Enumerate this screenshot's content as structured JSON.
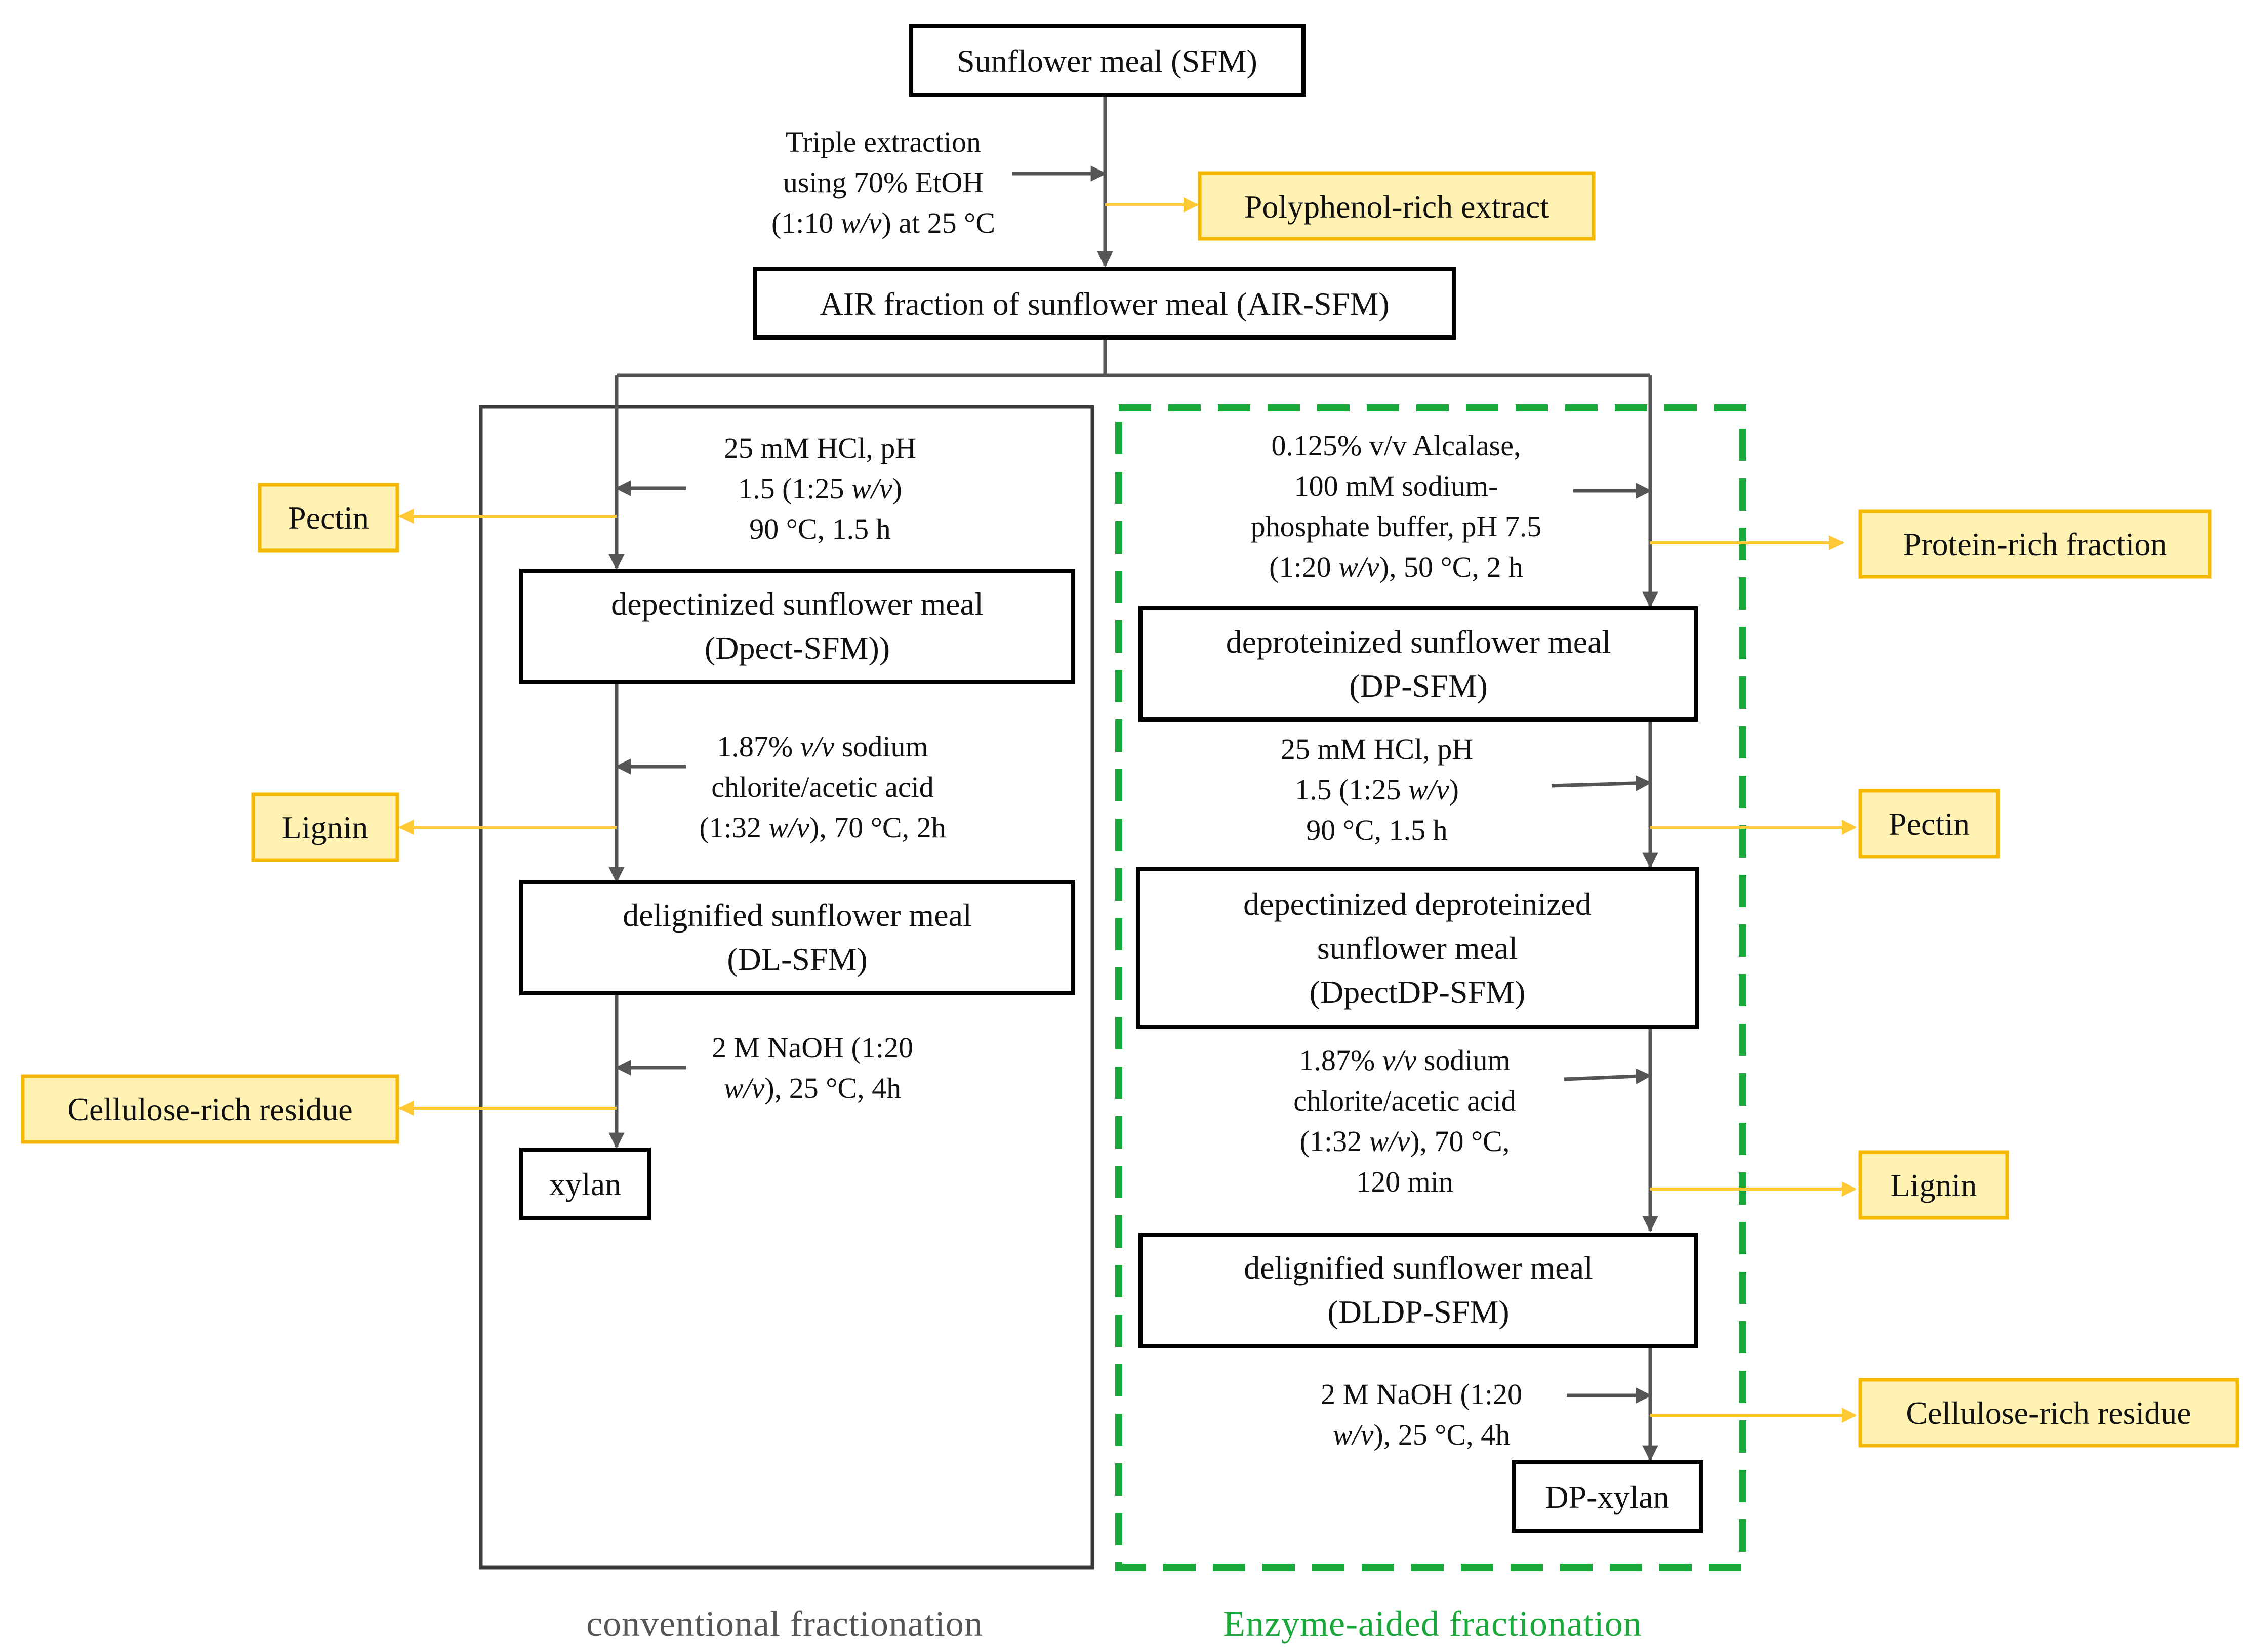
{
  "nodes": {
    "sfm": "Sunflower meal (SFM)",
    "air": "AIR fraction of sunflower meal (AIR-SFM)",
    "dpect": [
      "depectinized sunflower meal",
      "(Dpect-SFM))"
    ],
    "dl": [
      "delignified  sunflower meal",
      "(DL-SFM)"
    ],
    "xylan": "xylan",
    "dp": [
      "deproteinized sunflower meal",
      "(DP-SFM)"
    ],
    "dpectdp": [
      "depectinized deproteinized",
      "sunflower meal",
      "(DpectDP-SFM)"
    ],
    "dldp": [
      "delignified  sunflower meal",
      "(DLDP-SFM)"
    ],
    "dpxylan": "DP-xylan"
  },
  "products": {
    "polyphenol": "Polyphenol-rich extract",
    "pectin_conv": "Pectin",
    "lignin_conv": "Lignin",
    "cellulose_conv": "Cellulose-rich residue",
    "protein": "Protein-rich fraction",
    "pectin_enz": "Pectin",
    "lignin_enz": "Lignin",
    "cellulose_enz": "Cellulose-rich residue"
  },
  "conditions": {
    "extraction": [
      [
        {
          "t": "Triple extraction"
        }
      ],
      [
        {
          "t": "using 70% EtOH"
        }
      ],
      [
        {
          "t": "(1:10 "
        },
        {
          "t": "w/v",
          "i": true
        },
        {
          "t": ") at 25 °C"
        }
      ]
    ],
    "conv_acid": [
      [
        {
          "t": "25 mM HCl, pH"
        }
      ],
      [
        {
          "t": "1.5 (1:25 "
        },
        {
          "t": "w/v",
          "i": true
        },
        {
          "t": ")"
        }
      ],
      [
        {
          "t": "90 °C, 1.5 h"
        }
      ]
    ],
    "conv_chlorite": [
      [
        {
          "t": "1.87% "
        },
        {
          "t": "v/v",
          "i": true
        },
        {
          "t": " sodium"
        }
      ],
      [
        {
          "t": "chlorite/acetic acid"
        }
      ],
      [
        {
          "t": "(1:32 "
        },
        {
          "t": "w/v",
          "i": true
        },
        {
          "t": "), 70 °C, 2h"
        }
      ]
    ],
    "conv_naoh": [
      [
        {
          "t": "2 M NaOH (1:20"
        }
      ],
      [
        {
          "t": "w/v",
          "i": true
        },
        {
          "t": "), 25 °C, 4h"
        }
      ]
    ],
    "enz_alcalase": [
      [
        {
          "t": "0.125% v/v Alcalase,"
        }
      ],
      [
        {
          "t": "100 mM sodium-"
        }
      ],
      [
        {
          "t": "phosphate buffer, pH 7.5"
        }
      ],
      [
        {
          "t": "(1:20 "
        },
        {
          "t": "w/v",
          "i": true
        },
        {
          "t": "), 50 °C, 2 h"
        }
      ]
    ],
    "enz_acid": [
      [
        {
          "t": "25 mM HCl, pH"
        }
      ],
      [
        {
          "t": "1.5 (1:25 "
        },
        {
          "t": "w/v",
          "i": true
        },
        {
          "t": ")"
        }
      ],
      [
        {
          "t": "90 °C, 1.5 h"
        }
      ]
    ],
    "enz_chlorite": [
      [
        {
          "t": "1.87% "
        },
        {
          "t": "v/v",
          "i": true
        },
        {
          "t": " sodium"
        }
      ],
      [
        {
          "t": "chlorite/acetic acid"
        }
      ],
      [
        {
          "t": "(1:32 "
        },
        {
          "t": "w/v",
          "i": true
        },
        {
          "t": "), 70 °C,"
        }
      ],
      [
        {
          "t": "120 min"
        }
      ]
    ],
    "enz_naoh": [
      [
        {
          "t": "2 M NaOH (1:20"
        }
      ],
      [
        {
          "t": "w/v",
          "i": true
        },
        {
          "t": "), 25 °C, 4h"
        }
      ]
    ]
  },
  "captions": {
    "conventional": "conventional  fractionation",
    "enzyme": "Enzyme-aided  fractionation"
  },
  "colors": {
    "enzyme_frame": "#1aa83a",
    "product_fill": "#fff2b3",
    "product_border": "#f5b800",
    "product_arrow": "#ffc935",
    "flow_arrow": "#555555"
  }
}
